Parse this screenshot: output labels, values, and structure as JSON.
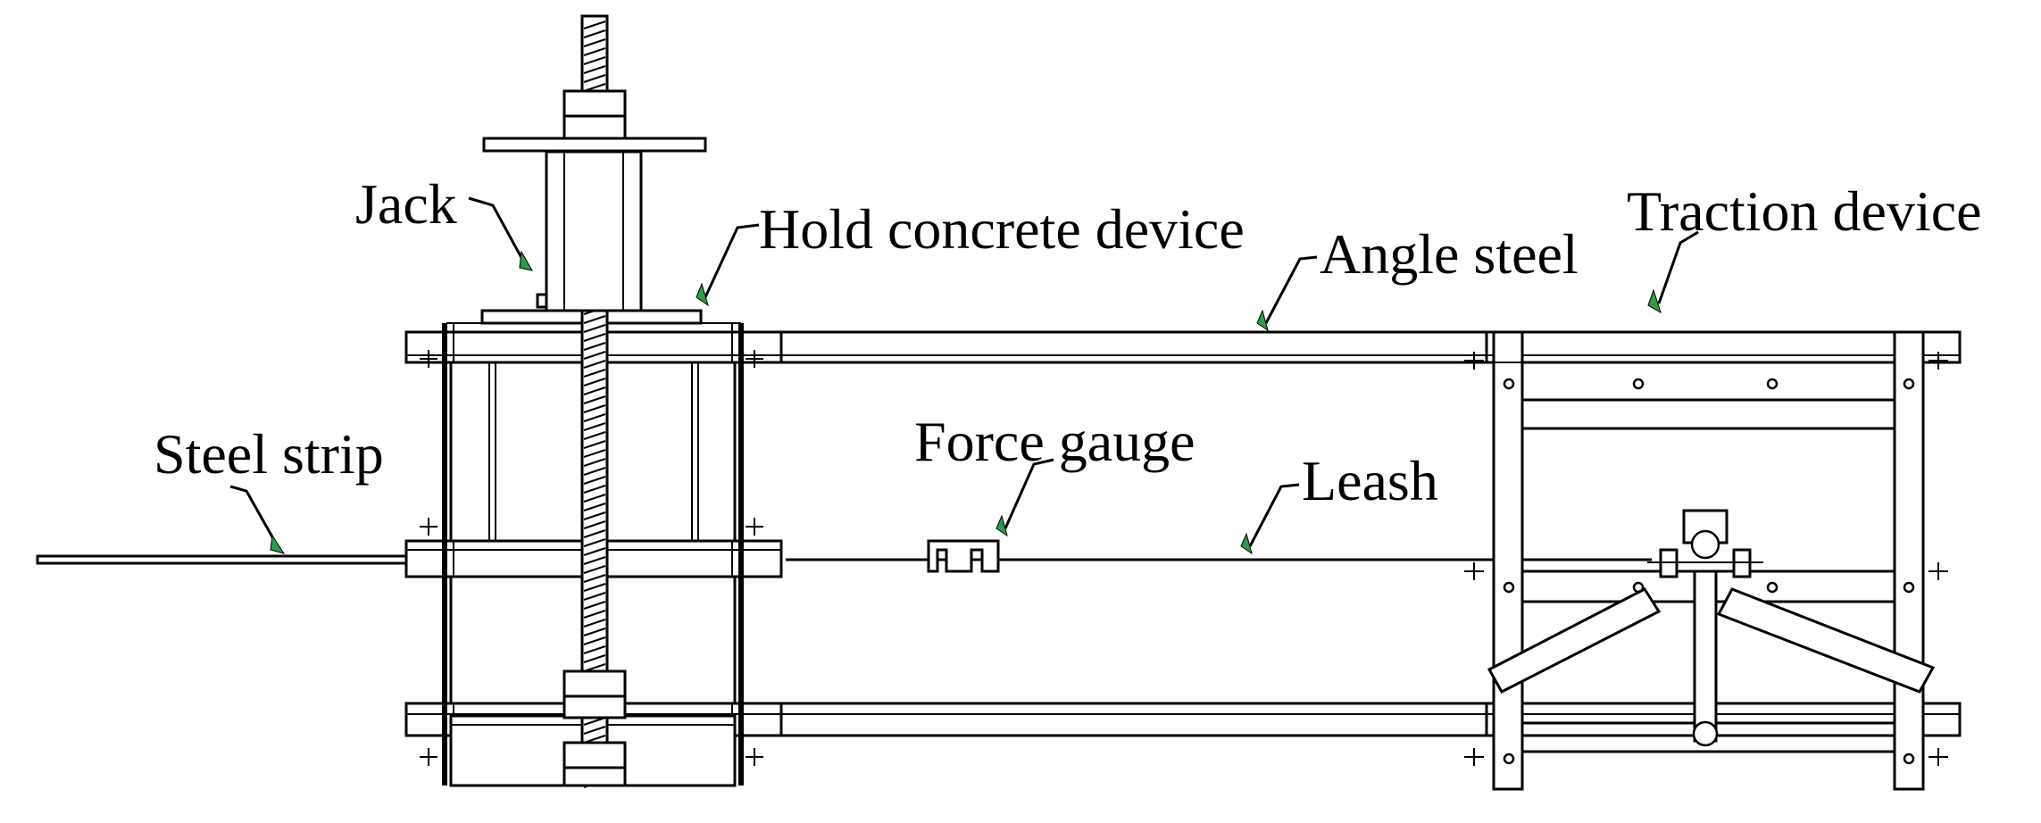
{
  "labels": {
    "jack": "Jack",
    "hold_concrete_device": "Hold concrete device",
    "angle_steel": "Angle steel",
    "traction_device": "Traction device",
    "steel_strip": "Steel strip",
    "force_gauge": "Force gauge",
    "leash": "Leash"
  },
  "colors": {
    "line": "#000000",
    "arrow_fill": "#2f9a4a",
    "background": "#ffffff"
  }
}
